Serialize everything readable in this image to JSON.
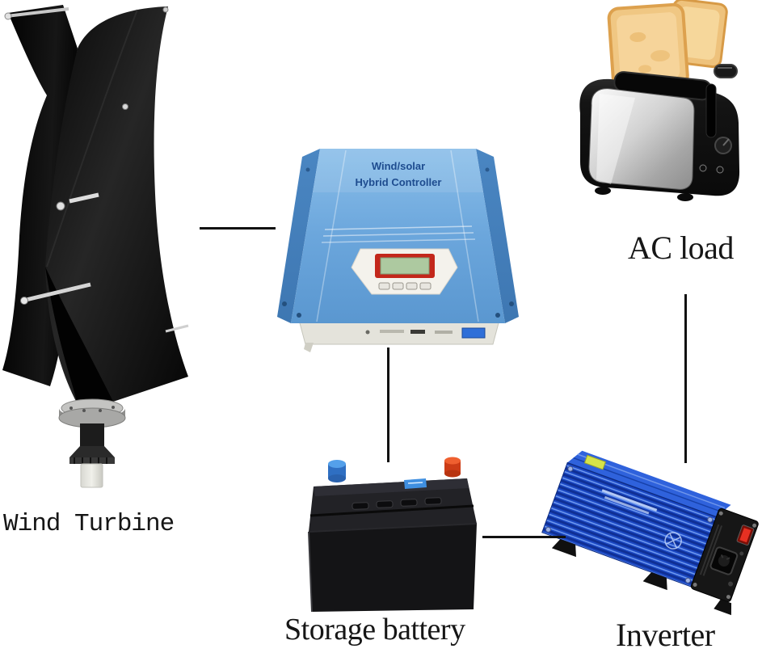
{
  "diagram": {
    "type": "wind-solar-hybrid-power-system",
    "labels": {
      "wind_turbine": "Wind Turbine",
      "ac_load": "AC load",
      "storage_battery": "Storage battery",
      "inverter": "Inverter"
    },
    "controller_text": {
      "line1": "Wind/solar",
      "line2": "Hybrid Controller"
    },
    "components": [
      {
        "id": "wind-turbine",
        "label": "Wind Turbine"
      },
      {
        "id": "hybrid-controller",
        "label": "Wind/solar Hybrid Controller"
      },
      {
        "id": "ac-load-toaster",
        "label": "AC load"
      },
      {
        "id": "storage-battery",
        "label": "Storage battery"
      },
      {
        "id": "inverter",
        "label": "Inverter"
      }
    ],
    "connections": [
      {
        "from": "wind-turbine",
        "to": "hybrid-controller"
      },
      {
        "from": "hybrid-controller",
        "to": "storage-battery"
      },
      {
        "from": "storage-battery",
        "to": "inverter"
      },
      {
        "from": "inverter",
        "to": "ac-load-toaster"
      }
    ],
    "colors": {
      "background": "#ffffff",
      "connector_line": "#111111",
      "label_text": "#161616",
      "controller_body": "#6aa7dd",
      "controller_side": "#4a86c2",
      "controller_text": "#1e4c8f",
      "lcd_frame": "#c3271b",
      "lcd_screen": "#adc9a0",
      "battery_body": "#141416",
      "terminal_negative_blue": "#3a86d8",
      "terminal_positive_red": "#e8491f",
      "inverter_blue": "#1c49c4",
      "inverter_stripe": "#0f2f94",
      "inverter_panel": "#161616",
      "switch_red": "#e63022",
      "toaster_body": "#141414",
      "toaster_steel": "#d9d9d9",
      "toast_crust": "#dda14e",
      "toast_bread": "#f0c783",
      "turbine_black": "#0b0b0b"
    }
  }
}
